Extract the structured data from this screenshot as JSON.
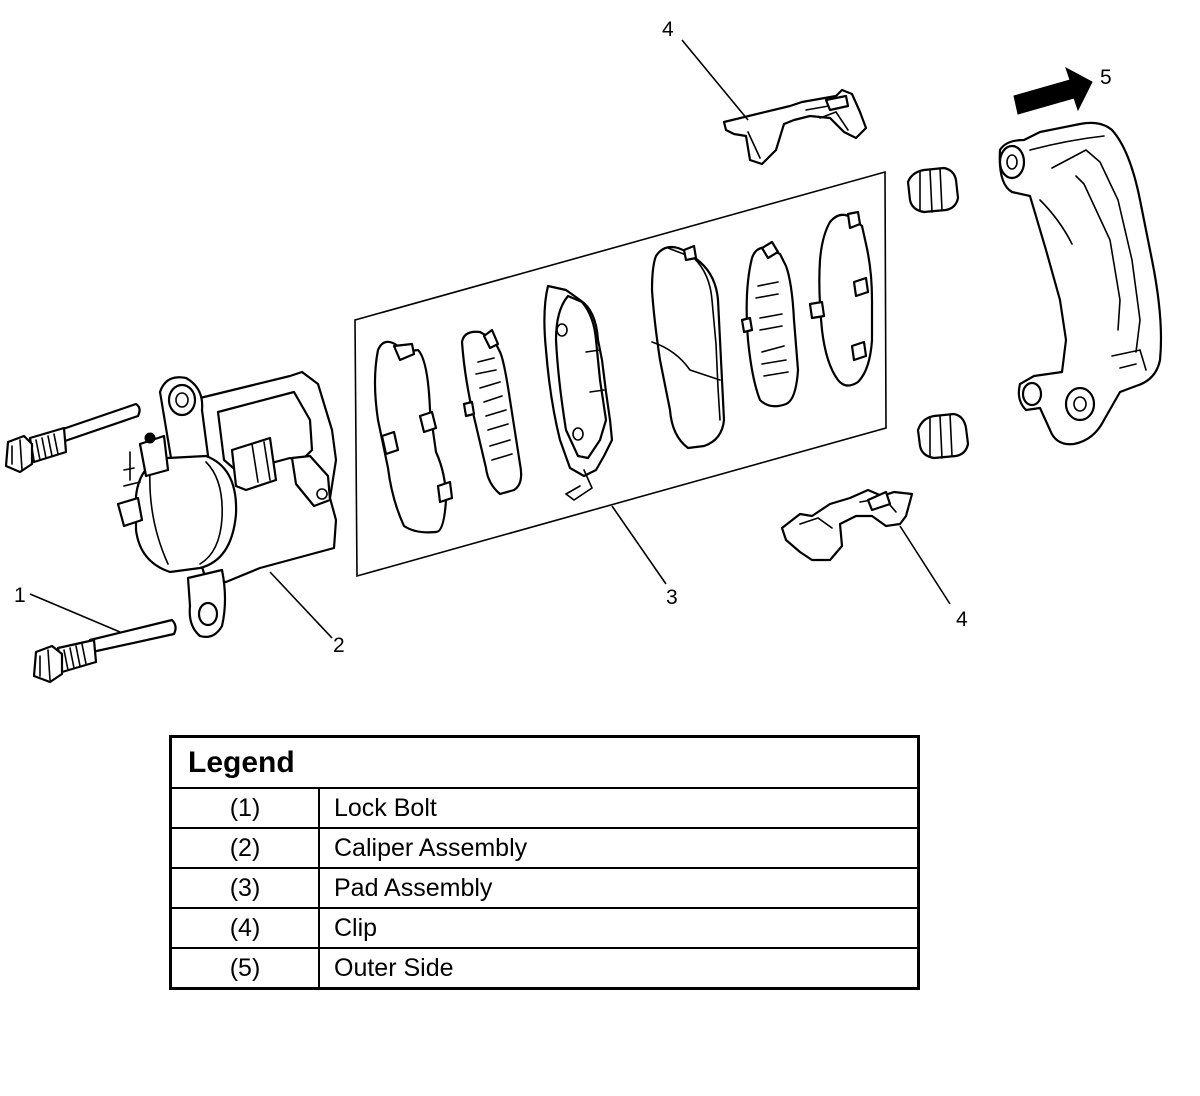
{
  "callouts": {
    "lock_bolt": "1",
    "caliper_assembly": "2",
    "pad_assembly": "3",
    "clip_upper": "4",
    "clip_lower": "4",
    "outer_side": "5"
  },
  "legend": {
    "title": "Legend",
    "rows": [
      {
        "num": "(1)",
        "label": "Lock Bolt"
      },
      {
        "num": "(2)",
        "label": "Caliper Assembly"
      },
      {
        "num": "(3)",
        "label": "Pad Assembly"
      },
      {
        "num": "(4)",
        "label": "Clip"
      },
      {
        "num": "(5)",
        "label": "Outer Side"
      }
    ]
  }
}
